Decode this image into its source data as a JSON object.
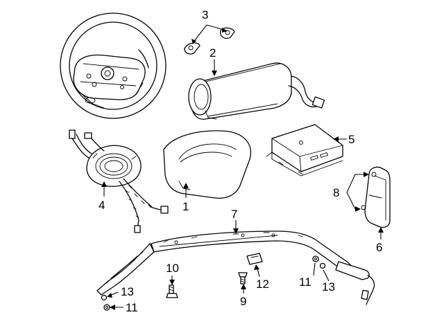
{
  "callouts": [
    {
      "id": "1",
      "text": "1"
    },
    {
      "id": "2",
      "text": "2"
    },
    {
      "id": "3",
      "text": "3"
    },
    {
      "id": "4",
      "text": "4"
    },
    {
      "id": "5",
      "text": "5"
    },
    {
      "id": "6",
      "text": "6"
    },
    {
      "id": "7",
      "text": "7"
    },
    {
      "id": "8",
      "text": "8"
    },
    {
      "id": "9",
      "text": "9"
    },
    {
      "id": "10",
      "text": "10"
    },
    {
      "id": "11a",
      "text": "11"
    },
    {
      "id": "11b",
      "text": "11"
    },
    {
      "id": "12",
      "text": "12"
    },
    {
      "id": "13a",
      "text": "13"
    },
    {
      "id": "13b",
      "text": "13"
    }
  ]
}
